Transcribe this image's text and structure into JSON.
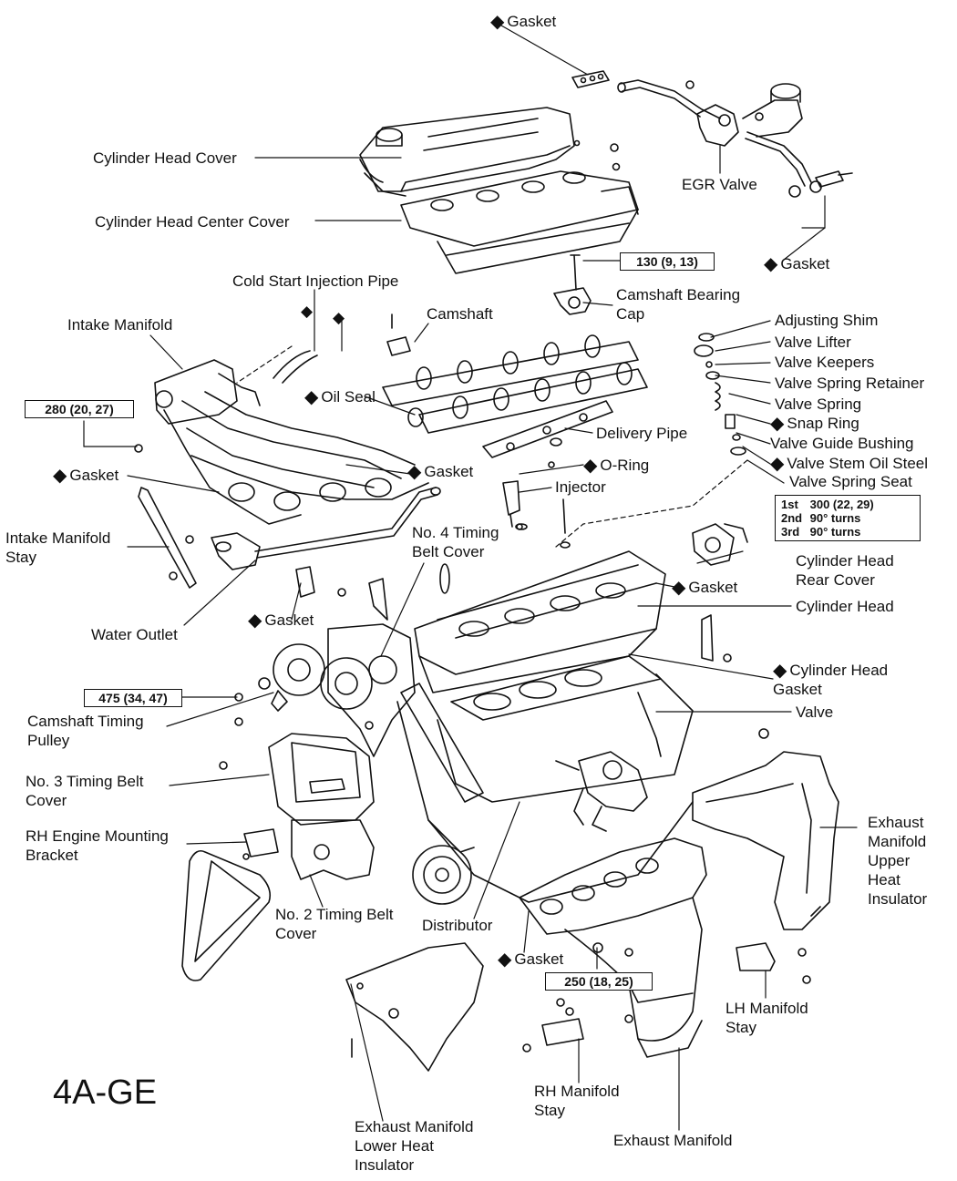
{
  "engine_code": "4A-GE",
  "labels": {
    "gasket_top": "Gasket",
    "cylinder_head_cover": "Cylinder Head Cover",
    "egr_valve": "EGR Valve",
    "cylinder_head_center_cover": "Cylinder Head Center Cover",
    "gasket_egr": "Gasket",
    "camshaft_bearing_cap": "Camshaft Bearing\nCap",
    "cold_start_injection_pipe": "Cold Start Injection Pipe",
    "adjusting_shim": "Adjusting Shim",
    "intake_manifold": "Intake Manifold",
    "camshaft": "Camshaft",
    "valve_lifter": "Valve Lifter",
    "valve_keepers": "Valve Keepers",
    "valve_spring_retainer": "Valve Spring Retainer",
    "oil_seal": "Oil Seal",
    "valve_spring": "Valve Spring",
    "snap_ring": "Snap Ring",
    "delivery_pipe": "Delivery Pipe",
    "valve_guide_bushing": "Valve Guide Bushing",
    "valve_stem_oil_steel": "Valve Stem Oil Steel",
    "o_ring": "O-Ring",
    "gasket_intake": "Gasket",
    "gasket_intake_right": "Gasket",
    "valve_spring_seat": "Valve Spring Seat",
    "injector": "Injector",
    "no4_timing_belt_cover": "No. 4 Timing\nBelt Cover",
    "intake_manifold_stay": "Intake Manifold\nStay",
    "cylinder_head_rear_cover": "Cylinder Head\nRear Cover",
    "gasket_rear_cover": "Gasket",
    "cylinder_head": "Cylinder Head",
    "gasket_water_outlet": "Gasket",
    "water_outlet": "Water Outlet",
    "cylinder_head_gasket": "Cylinder Head\nGasket",
    "camshaft_timing_pulley": "Camshaft Timing\nPulley",
    "valve": "Valve",
    "no3_timing_belt_cover": "No. 3 Timing Belt\nCover",
    "exhaust_manifold_upper_heat_insulator": "Exhaust\nManifold\nUpper\nHeat\nInsulator",
    "rh_engine_mounting_bracket": "RH Engine Mounting\nBracket",
    "no2_timing_belt_cover": "No. 2 Timing Belt\nCover",
    "distributor": "Distributor",
    "gasket_exhaust": "Gasket",
    "lh_manifold_stay": "LH Manifold\nStay",
    "rh_manifold_stay": "RH Manifold\nStay",
    "exhaust_manifold_lower_heat_insulator": "Exhaust Manifold\nLower Heat\nInsulator",
    "exhaust_manifold": "Exhaust Manifold"
  },
  "diamond": "◆",
  "torques": {
    "camshaft_cap": "130 (9, 13)",
    "intake_manifold": "280 (20, 27)",
    "camshaft_pulley": "475 (34, 47)",
    "exhaust_manifold": "250 (18, 25)",
    "head_bolts": [
      {
        "step": "1st",
        "value": "300 (22, 29)"
      },
      {
        "step": "2nd",
        "value": "90° turns"
      },
      {
        "step": "3rd",
        "value": "90° turns"
      }
    ]
  }
}
